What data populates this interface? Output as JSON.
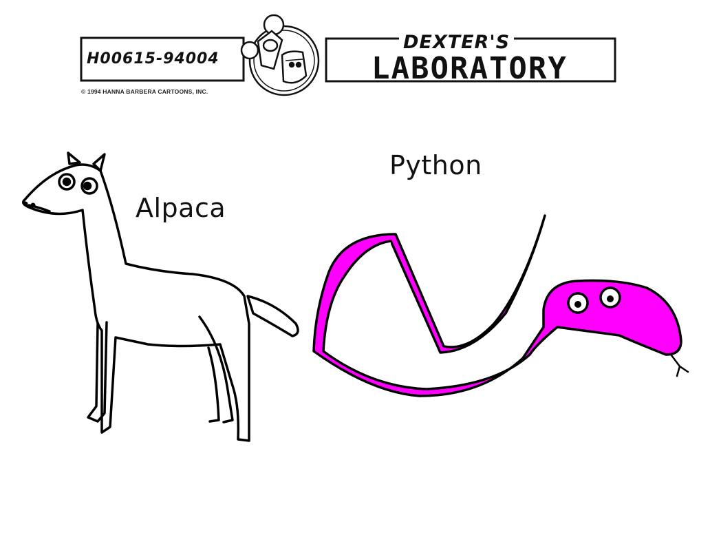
{
  "header": {
    "production_id": "H00615-94004",
    "copyright": "© 1994 HANNA BARBERA CARTOONS, INC.",
    "show_title_top": "DEXTER'S",
    "show_title_bottom": "LABORATORY"
  },
  "drawings": {
    "alpaca": {
      "label": "Alpaca",
      "fill": "#ffffff",
      "stroke": "#000000"
    },
    "python": {
      "label": "Python",
      "fill": "#ff00ff",
      "stroke": "#000000"
    }
  }
}
